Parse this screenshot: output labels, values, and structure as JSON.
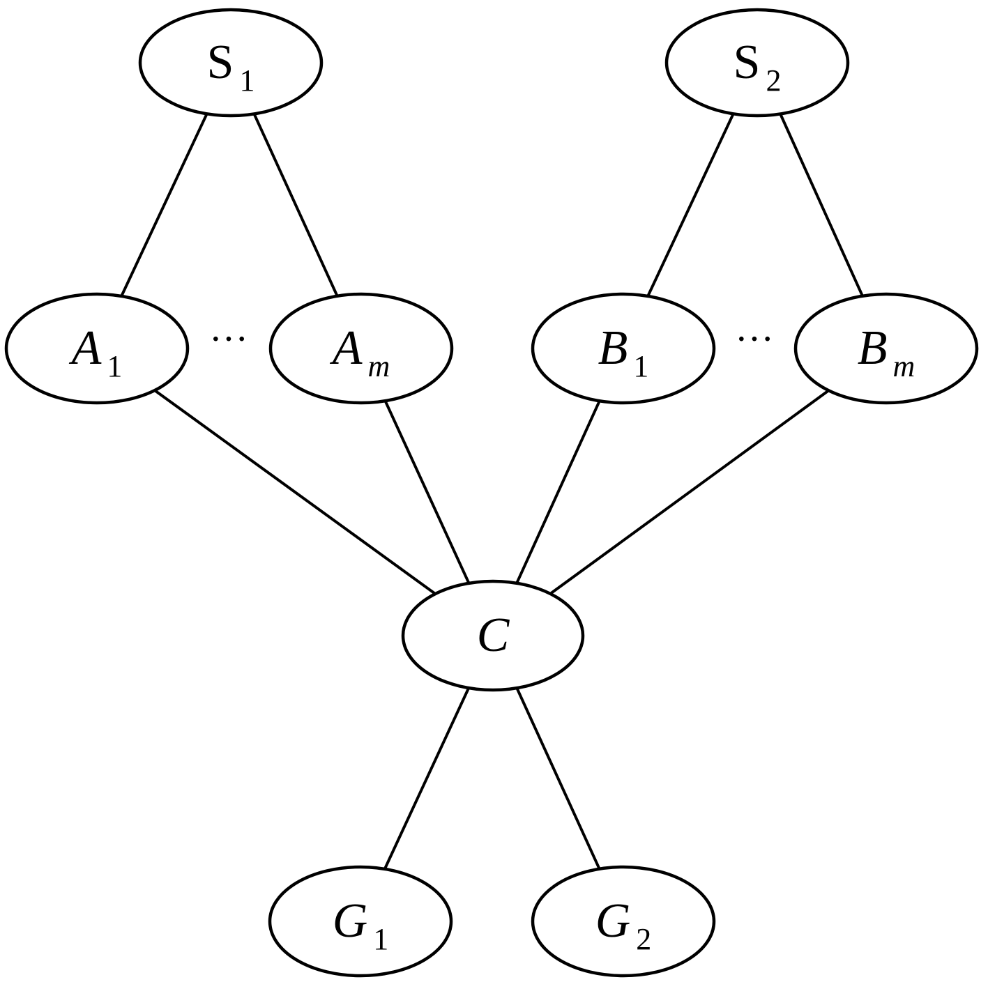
{
  "nodes": [
    {
      "id": "S1",
      "label": "S",
      "sub": "1",
      "italic": false
    },
    {
      "id": "S2",
      "label": "S",
      "sub": "2",
      "italic": false
    },
    {
      "id": "A1",
      "label": "A",
      "sub": "1",
      "italic": true,
      "sub_italic": false
    },
    {
      "id": "Am",
      "label": "A",
      "sub": "m",
      "italic": true,
      "sub_italic": true
    },
    {
      "id": "B1",
      "label": "B",
      "sub": "1",
      "italic": true,
      "sub_italic": false
    },
    {
      "id": "Bm",
      "label": "B",
      "sub": "m",
      "italic": true,
      "sub_italic": true
    },
    {
      "id": "C",
      "label": "C",
      "sub": "",
      "italic": true
    },
    {
      "id": "G1",
      "label": "G",
      "sub": "1",
      "italic": true,
      "sub_italic": false
    },
    {
      "id": "G2",
      "label": "G",
      "sub": "2",
      "italic": true,
      "sub_italic": false
    }
  ],
  "edges": [
    {
      "from": "S1",
      "to": "A1"
    },
    {
      "from": "S1",
      "to": "Am"
    },
    {
      "from": "S2",
      "to": "B1"
    },
    {
      "from": "S2",
      "to": "Bm"
    },
    {
      "from": "A1",
      "to": "C"
    },
    {
      "from": "Am",
      "to": "C"
    },
    {
      "from": "B1",
      "to": "C"
    },
    {
      "from": "Bm",
      "to": "C"
    },
    {
      "from": "C",
      "to": "G1"
    },
    {
      "from": "C",
      "to": "G2"
    }
  ],
  "ellipses": [
    {
      "id": "ellipsis-a",
      "text": "···"
    },
    {
      "id": "ellipsis-b",
      "text": "···"
    }
  ]
}
